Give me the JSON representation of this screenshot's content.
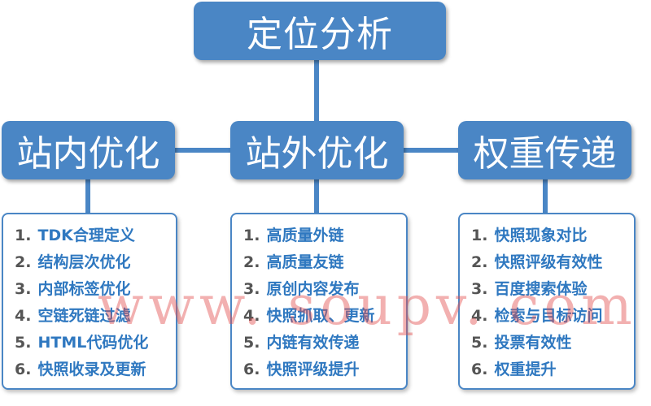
{
  "root": {
    "label": "定位分析"
  },
  "branches": [
    {
      "label": "站内优化",
      "items": [
        {
          "num": "1.",
          "text": "TDK合理定义"
        },
        {
          "num": "2.",
          "text": "结构层次优化"
        },
        {
          "num": "3.",
          "text": "内部标签优化"
        },
        {
          "num": "4.",
          "text": "空链死链过滤"
        },
        {
          "num": "5.",
          "text": "HTML代码优化"
        },
        {
          "num": "6.",
          "text": "快照收录及更新"
        }
      ]
    },
    {
      "label": "站外优化",
      "items": [
        {
          "num": "1.",
          "text": "高质量外链"
        },
        {
          "num": "2.",
          "text": "高质量友链"
        },
        {
          "num": "3.",
          "text": "原创内容发布"
        },
        {
          "num": "4.",
          "text": "快照抓取、更新"
        },
        {
          "num": "5.",
          "text": "内链有效传递"
        },
        {
          "num": "6.",
          "text": "快照评级提升"
        }
      ]
    },
    {
      "label": "权重传递",
      "items": [
        {
          "num": "1.",
          "text": "快照现象对比"
        },
        {
          "num": "2.",
          "text": "快照评级有效性"
        },
        {
          "num": "3.",
          "text": "百度搜索体验"
        },
        {
          "num": "4.",
          "text": "检索与目标访问"
        },
        {
          "num": "5.",
          "text": "投票有效性"
        },
        {
          "num": "6.",
          "text": "权重提升"
        }
      ]
    }
  ],
  "watermark": "www. soupv. com",
  "colors": {
    "node_fill": "#4a86c5",
    "connector": "#4a86c5",
    "item_text": "#2f78c0",
    "item_number": "#555555",
    "watermark": "#e25050"
  }
}
